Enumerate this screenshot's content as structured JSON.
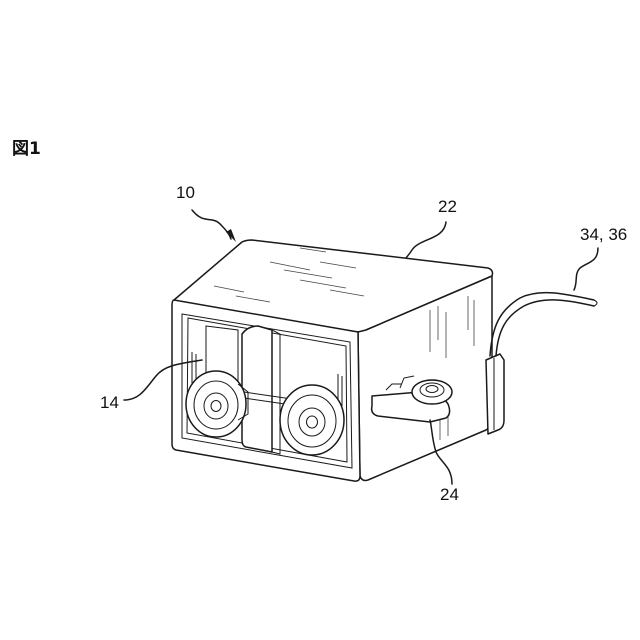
{
  "figure": {
    "title": "図1",
    "labels": {
      "device": "10",
      "housing": "22",
      "wires": "34, 36",
      "rollers": "14",
      "bracket": "24"
    }
  }
}
